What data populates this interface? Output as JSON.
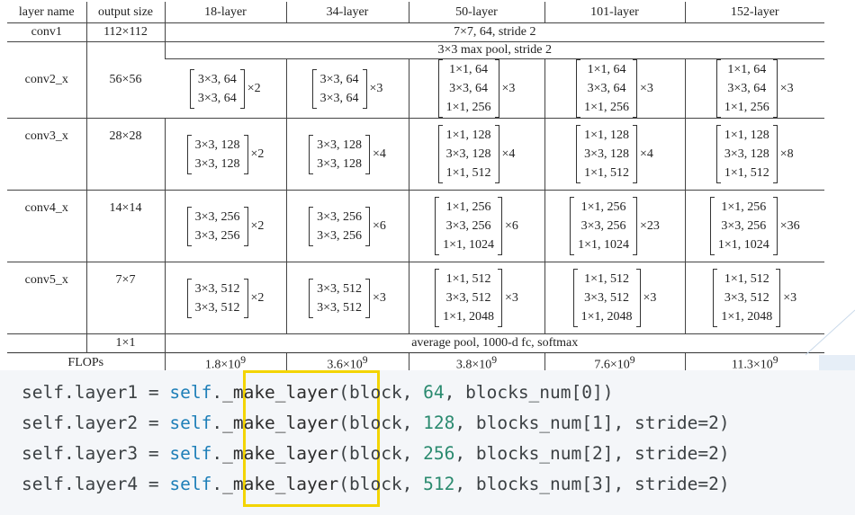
{
  "table": {
    "headers": [
      "layer name",
      "output size",
      "18-layer",
      "34-layer",
      "50-layer",
      "101-layer",
      "152-layer"
    ],
    "conv1": {
      "name": "conv1",
      "size": "112×112",
      "spec": "7×7, 64, stride 2"
    },
    "pool": {
      "spec": "3×3 max pool, stride 2"
    },
    "conv2": {
      "name": "conv2_x",
      "size": "56×56",
      "c18": {
        "lines": [
          "3×3, 64",
          "3×3, 64"
        ],
        "mult": "×2"
      },
      "c34": {
        "lines": [
          "3×3, 64",
          "3×3, 64"
        ],
        "mult": "×3"
      },
      "c50": {
        "lines": [
          "1×1, 64",
          "3×3, 64",
          "1×1, 256"
        ],
        "mult": "×3"
      },
      "c101": {
        "lines": [
          "1×1, 64",
          "3×3, 64",
          "1×1, 256"
        ],
        "mult": "×3"
      },
      "c152": {
        "lines": [
          "1×1, 64",
          "3×3, 64",
          "1×1, 256"
        ],
        "mult": "×3"
      }
    },
    "conv3": {
      "name": "conv3_x",
      "size": "28×28",
      "c18": {
        "lines": [
          "3×3, 128",
          "3×3, 128"
        ],
        "mult": "×2"
      },
      "c34": {
        "lines": [
          "3×3, 128",
          "3×3, 128"
        ],
        "mult": "×4"
      },
      "c50": {
        "lines": [
          "1×1, 128",
          "3×3, 128",
          "1×1, 512"
        ],
        "mult": "×4"
      },
      "c101": {
        "lines": [
          "1×1, 128",
          "3×3, 128",
          "1×1, 512"
        ],
        "mult": "×4"
      },
      "c152": {
        "lines": [
          "1×1, 128",
          "3×3, 128",
          "1×1, 512"
        ],
        "mult": "×8"
      }
    },
    "conv4": {
      "name": "conv4_x",
      "size": "14×14",
      "c18": {
        "lines": [
          "3×3, 256",
          "3×3, 256"
        ],
        "mult": "×2"
      },
      "c34": {
        "lines": [
          "3×3, 256",
          "3×3, 256"
        ],
        "mult": "×6"
      },
      "c50": {
        "lines": [
          "1×1, 256",
          "3×3, 256",
          "1×1, 1024"
        ],
        "mult": "×6"
      },
      "c101": {
        "lines": [
          "1×1, 256",
          "3×3, 256",
          "1×1, 1024"
        ],
        "mult": "×23"
      },
      "c152": {
        "lines": [
          "1×1, 256",
          "3×3, 256",
          "1×1, 1024"
        ],
        "mult": "×36"
      }
    },
    "conv5": {
      "name": "conv5_x",
      "size": "7×7",
      "c18": {
        "lines": [
          "3×3, 512",
          "3×3, 512"
        ],
        "mult": "×2"
      },
      "c34": {
        "lines": [
          "3×3, 512",
          "3×3, 512"
        ],
        "mult": "×3"
      },
      "c50": {
        "lines": [
          "1×1, 512",
          "3×3, 512",
          "1×1, 2048"
        ],
        "mult": "×3"
      },
      "c101": {
        "lines": [
          "1×1, 512",
          "3×3, 512",
          "1×1, 2048"
        ],
        "mult": "×3"
      },
      "c152": {
        "lines": [
          "1×1, 512",
          "3×3, 512",
          "1×1, 2048"
        ],
        "mult": "×3"
      }
    },
    "final": {
      "size": "1×1",
      "spec": "average pool, 1000-d fc, softmax"
    },
    "flops": {
      "label": "FLOPs",
      "values": [
        {
          "base": "1.8×10",
          "exp": "9"
        },
        {
          "base": "3.6×10",
          "exp": "9"
        },
        {
          "base": "3.8×10",
          "exp": "9"
        },
        {
          "base": "7.6×10",
          "exp": "9"
        },
        {
          "base": "11.3×10",
          "exp": "9"
        }
      ]
    }
  },
  "code": {
    "highlight_color": "#f3d400",
    "lines": [
      {
        "pre": "self.layer1 = ",
        "obj": "self",
        "dot": ".",
        "fn": "_make_layer",
        "open": "(block, ",
        "num": "64",
        "rest": ", blocks_num[0])"
      },
      {
        "pre": "self.layer2 = ",
        "obj": "self",
        "dot": ".",
        "fn": "_make_layer",
        "open": "(block, ",
        "num": "128",
        "rest": ", blocks_num[1], stride=2)"
      },
      {
        "pre": "self.layer3 = ",
        "obj": "self",
        "dot": ".",
        "fn": "_make_layer",
        "open": "(block, ",
        "num": "256",
        "rest": ", blocks_num[2], stride=2)"
      },
      {
        "pre": "self.layer4 = ",
        "obj": "self",
        "dot": ".",
        "fn": "_make_layer",
        "open": "(block, ",
        "num": "512",
        "rest": ", blocks_num[3], stride=2)"
      }
    ]
  }
}
